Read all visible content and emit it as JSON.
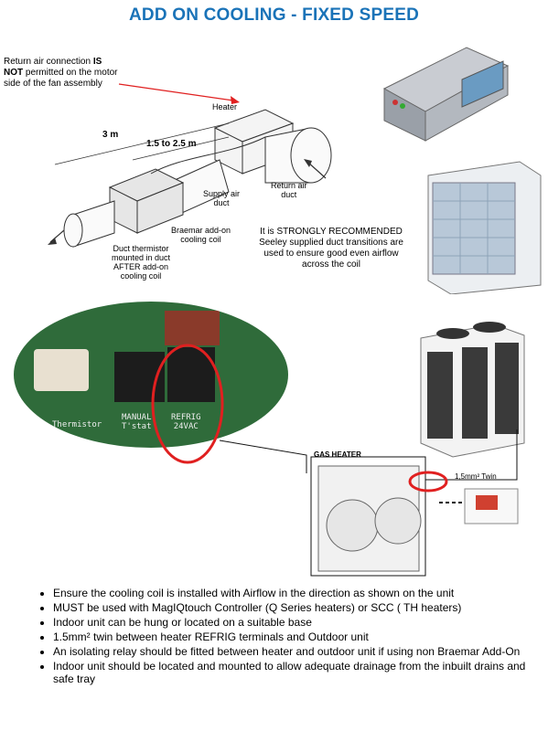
{
  "title": "ADD ON COOLING - FIXED SPEED",
  "return_note": {
    "line1_a": "Return air connection ",
    "line1_b": "IS",
    "line2_a": "NOT",
    "line2_b": " permitted on the motor",
    "line3": "side of the fan assembly"
  },
  "diagram": {
    "heater": "Heater",
    "dist_3m": "3 m",
    "dist_range": "1.5 to 2.5 m",
    "return_air": [
      "Return air",
      "duct"
    ],
    "supply_air": [
      "Supply air",
      "duct"
    ],
    "braemar": [
      "Braemar add-on",
      "cooling coil"
    ],
    "thermistor": [
      "Duct thermistor",
      "mounted in duct",
      "AFTER add-on",
      "cooling coil"
    ]
  },
  "recommendation": [
    "It is STRONGLY RECOMMENDED",
    "Seeley supplied duct transitions are",
    "used to ensure good even airflow",
    "across the coil"
  ],
  "board": {
    "thermistor": "Thermistor",
    "manual_line1": "MANUAL",
    "manual_line2": "T'stat",
    "refrig_line1": "REFRIG",
    "refrig_line2": "24VAC"
  },
  "wiring": {
    "gas_heater": "GAS HEATER",
    "twin": "1,5mm² Twin"
  },
  "bullets": [
    "Ensure the cooling coil is installed with Airflow in the direction as shown on the unit",
    "MUST be used with MagIQtouch Controller (Q Series heaters) or SCC ( TH heaters)",
    "Indoor unit can be hung or located on a suitable base",
    "1.5mm² twin between heater REFRIG terminals and Outdoor unit",
    "An isolating relay should be fitted between heater and outdoor unit if using non Braemar Add-On",
    "Indoor unit should be located and mounted to allow adequate drainage from the inbuilt drains and safe tray"
  ],
  "colors": {
    "title": "#1a73b8",
    "highlight": "#e02020",
    "board": "#2f6b3a"
  }
}
